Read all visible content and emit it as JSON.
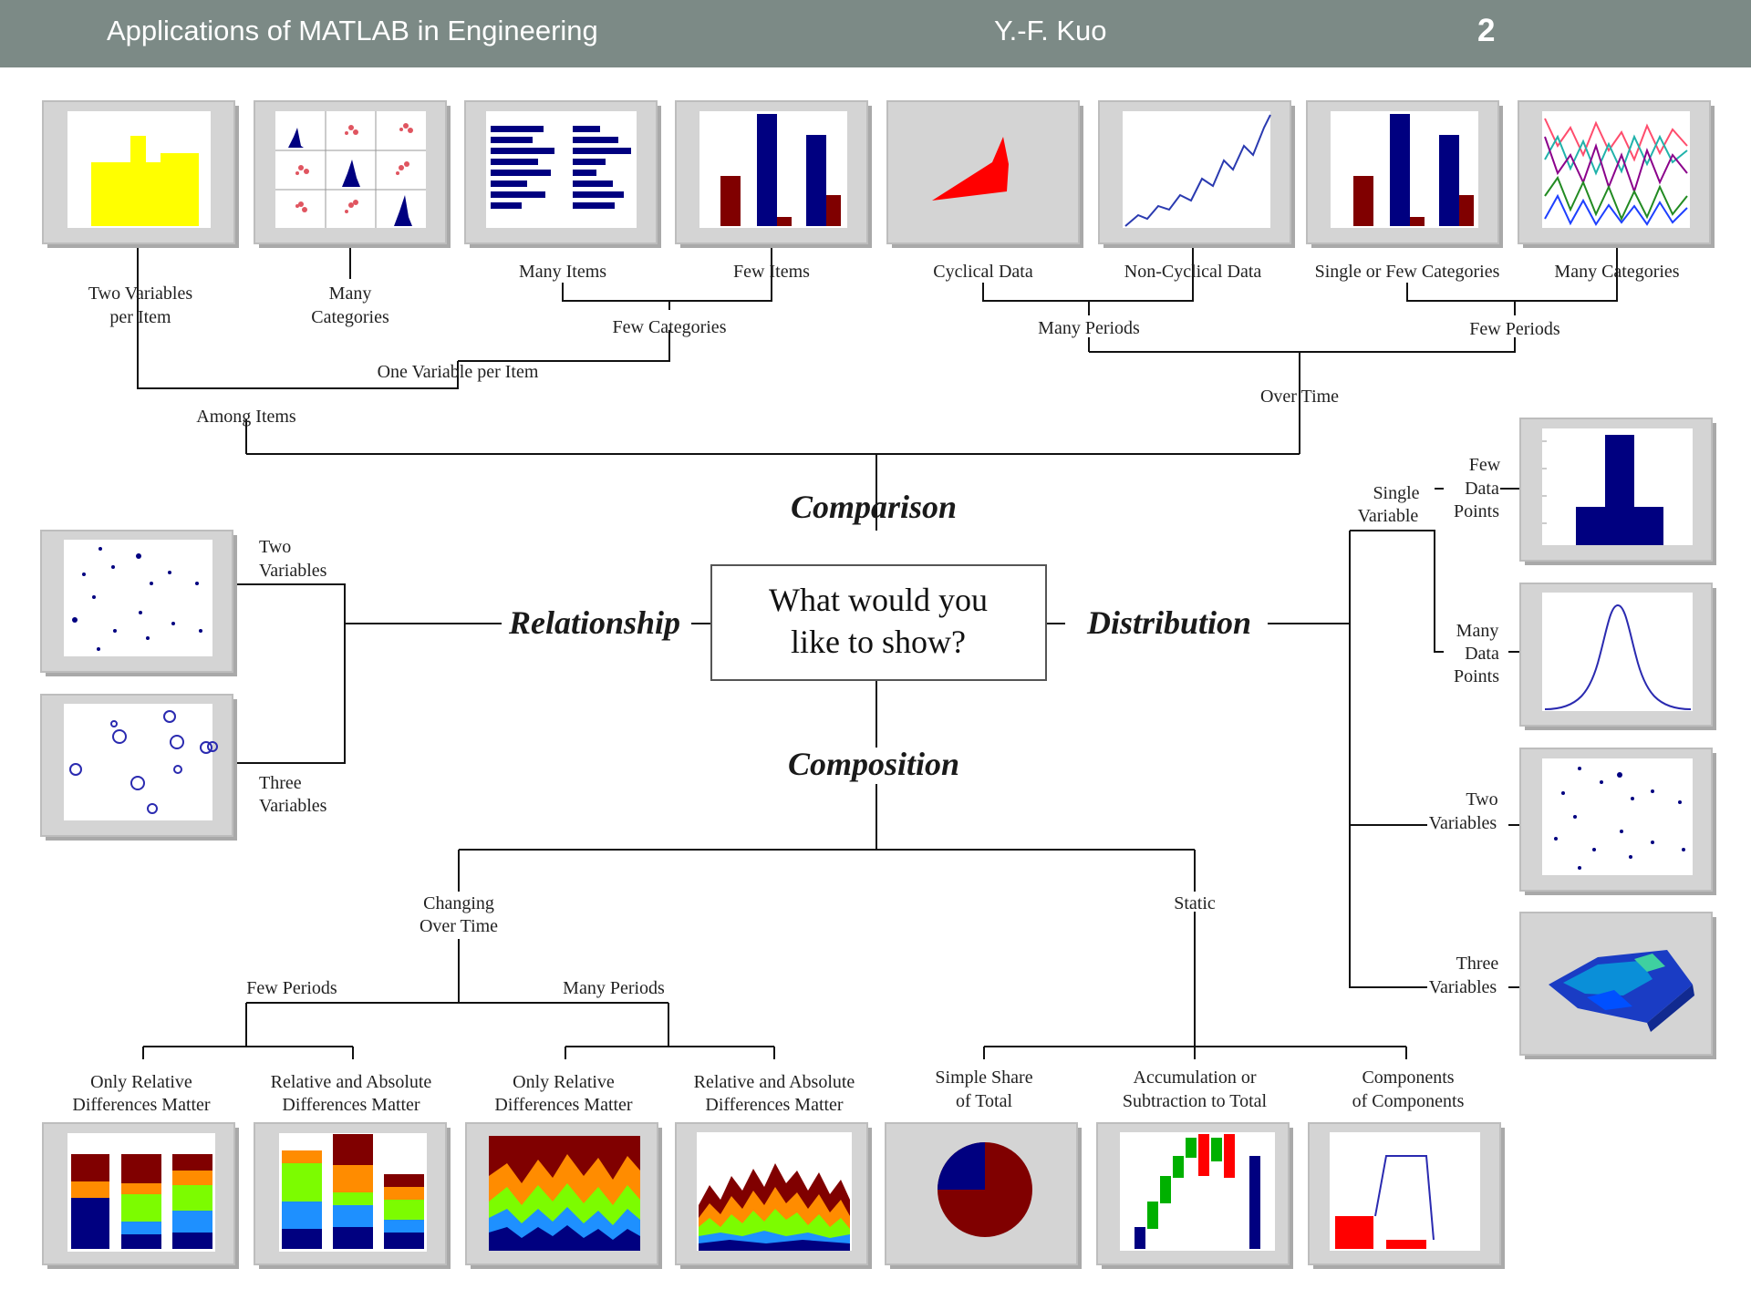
{
  "header": {
    "title": "Applications of MATLAB in Engineering",
    "author": "Y.-F. Kuo",
    "page_number": "2"
  },
  "center_question": [
    "What would you",
    "like to show?"
  ],
  "categories": {
    "comparison": "Comparison",
    "relationship": "Relationship",
    "distribution": "Distribution",
    "composition": "Composition"
  },
  "comparison": {
    "among_items": "Among Items",
    "over_time": "Over Time",
    "two_variables_per_item": [
      "Two Variables",
      "per Item"
    ],
    "one_variable_per_item": "One Variable per Item",
    "many_categories": [
      "Many",
      "Categories"
    ],
    "few_categories": "Few Categories",
    "many_items": "Many Items",
    "few_items": "Few Items",
    "many_periods": "Many Periods",
    "few_periods": "Few Periods",
    "cyclical_data": "Cyclical Data",
    "non_cyclical_data": "Non-Cyclical Data",
    "single_or_few_categories": "Single or Few Categories",
    "many_categories_time": "Many Categories"
  },
  "relationship": {
    "two_variables": [
      "Two",
      "Variables"
    ],
    "three_variables": [
      "Three",
      "Variables"
    ]
  },
  "distribution": {
    "single_variable": [
      "Single",
      "Variable"
    ],
    "few_data_points": [
      "Few",
      "Data",
      "Points"
    ],
    "many_data_points": [
      "Many",
      "Data",
      "Points"
    ],
    "two_variables": [
      "Two",
      "Variables"
    ],
    "three_variables": [
      "Three",
      "Variables"
    ]
  },
  "composition": {
    "changing_over_time": [
      "Changing",
      "Over Time"
    ],
    "static": "Static",
    "few_periods": "Few Periods",
    "many_periods": "Many Periods",
    "only_relative_1": [
      "Only Relative",
      "Differences Matter"
    ],
    "relative_absolute_1": [
      "Relative and Absolute",
      "Differences Matter"
    ],
    "only_relative_2": [
      "Only Relative",
      "Differences Matter"
    ],
    "relative_absolute_2": [
      "Relative and Absolute",
      "Differences Matter"
    ],
    "simple_share": [
      "Simple Share",
      "of Total"
    ],
    "accumulation": [
      "Accumulation or",
      "Subtraction to Total"
    ],
    "components": [
      "Components",
      "of Components"
    ]
  },
  "colors": {
    "header_bg": "#7c8a86",
    "navy": "#000080",
    "dark_red": "#800000",
    "yellow": "#ffff00",
    "red": "#ff0000",
    "green": "#00b000"
  }
}
